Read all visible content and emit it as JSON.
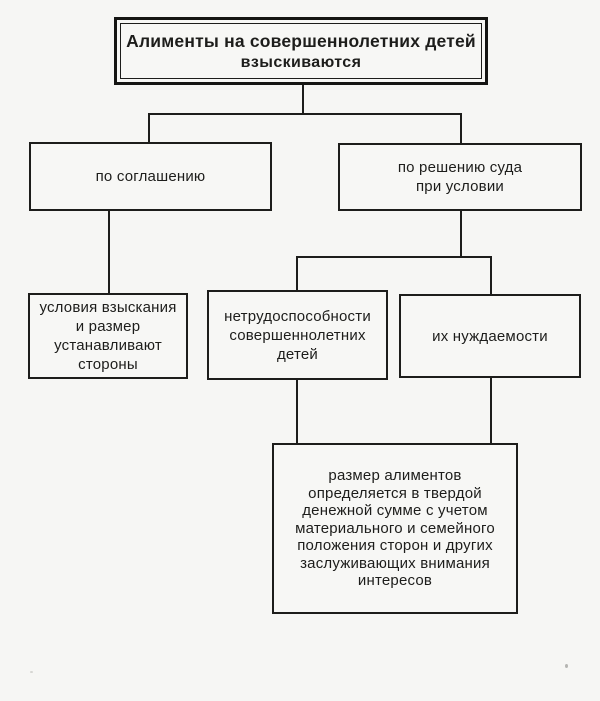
{
  "page": {
    "background_color": "#f6f6f4",
    "ink_color": "#1d1d1b"
  },
  "title_box": {
    "heading": "Алименты на совершеннолетних детей",
    "subheading": "взыскиваются"
  },
  "boxes": {
    "agreement": {
      "lines": [
        "по соглашению"
      ]
    },
    "court": {
      "lines": [
        "по решению суда",
        "при условии"
      ]
    },
    "terms_by_parties": {
      "lines": [
        "условия взыскания",
        "и размер",
        "устанавливают",
        "стороны"
      ]
    },
    "incapacity": {
      "lines": [
        "нетрудоспособности",
        "совершеннолетних",
        "детей"
      ]
    },
    "neediness": {
      "lines": [
        "их нуждаемости"
      ]
    },
    "alimony_amount": {
      "lines": [
        "размер алиментов",
        "определяется в твердой",
        "денежной сумме с учетом",
        "материального и семейного",
        "положения сторон и других",
        "заслуживающих внимания",
        "интересов"
      ]
    }
  }
}
